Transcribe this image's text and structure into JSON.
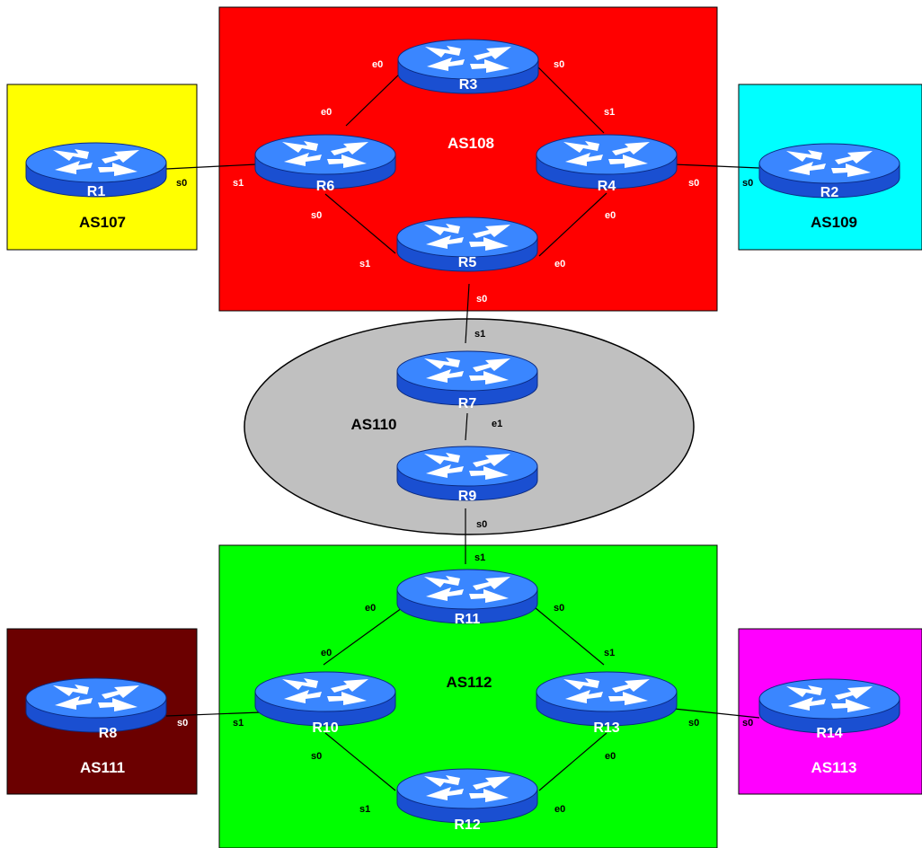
{
  "colors": {
    "as107": "#ffff00",
    "as108": "#ff0000",
    "as109": "#00ffff",
    "as110": "#c0c0c0",
    "as111": "#6b0000",
    "as112": "#00ff00",
    "as113": "#ff00ff",
    "router_body": "#1e66ff",
    "router_top": "#3a86ff"
  },
  "autonomous_systems": {
    "as107": "AS107",
    "as108": "AS108",
    "as109": "AS109",
    "as110": "AS110",
    "as111": "AS111",
    "as112": "AS112",
    "as113": "AS113"
  },
  "routers": {
    "r1": "R1",
    "r2": "R2",
    "r3": "R3",
    "r4": "R4",
    "r5": "R5",
    "r6": "R6",
    "r7": "R7",
    "r8": "R8",
    "r9": "R9",
    "r10": "R10",
    "r11": "R11",
    "r12": "R12",
    "r13": "R13",
    "r14": "R14"
  },
  "interfaces": {
    "r1_s0": "s0",
    "r6_s1": "s1",
    "r6_e0": "e0",
    "r6_s0": "s0",
    "r3_e0": "e0",
    "r3_s0": "s0",
    "r4_s1": "s1",
    "r4_s0": "s0",
    "r4_e0": "e0",
    "r2_s0": "s0",
    "r5_s1": "s1",
    "r5_e0": "e0",
    "r5_s0": "s0",
    "r7_s1": "s1",
    "r7_e1": "e1",
    "r9_s0": "s0",
    "r11_s1": "s1",
    "r11_e0": "e0",
    "r11_s0": "s0",
    "r10_e0": "e0",
    "r10_s1": "s1",
    "r10_s0": "s0",
    "r8_s0": "s0",
    "r13_s1": "s1",
    "r13_s0": "s0",
    "r13_e0": "e0",
    "r14_s0": "s0",
    "r12_s1": "s1",
    "r12_e0": "e0"
  }
}
